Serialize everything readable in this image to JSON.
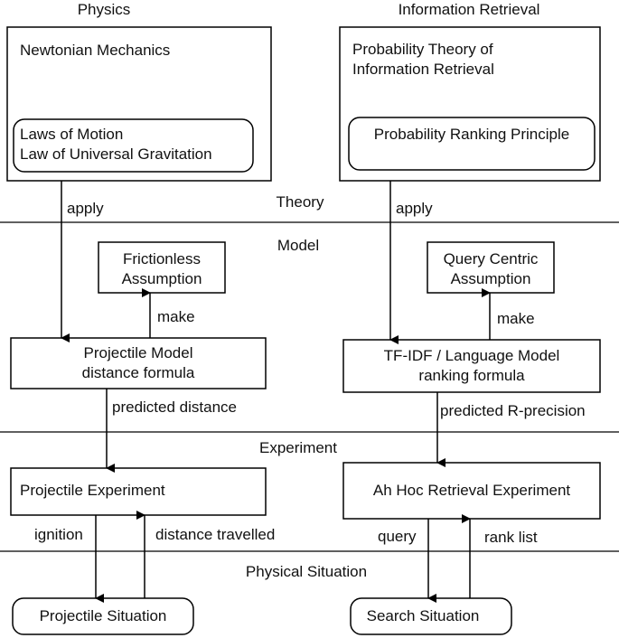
{
  "columns": {
    "left_title": "Physics",
    "right_title": "Information Retrieval"
  },
  "layers": {
    "theory": "Theory",
    "model": "Model",
    "experiment": "Experiment",
    "physical": "Physical Situation"
  },
  "physics": {
    "theory_box": "Newtonian Mechanics",
    "laws_line1": "Laws of Motion",
    "laws_line2": "Law of Universal Gravitation",
    "apply": "apply",
    "assumption_line1": "Frictionless",
    "assumption_line2": "Assumption",
    "make": "make",
    "model_line1": "Projectile Model",
    "model_line2": "distance formula",
    "predicted": "predicted distance",
    "experiment": "Projectile Experiment",
    "ignition": "ignition",
    "feedback": "distance travelled",
    "situation": "Projectile Situation"
  },
  "ir": {
    "theory_line1": "Probability Theory of",
    "theory_line2": "Information Retrieval",
    "principle": "Probability Ranking Principle",
    "apply": "apply",
    "assumption_line1": "Query Centric",
    "assumption_line2": "Assumption",
    "make": "make",
    "model_line1": "TF-IDF / Language Model",
    "model_line2": "ranking formula",
    "predicted": "predicted R-precision",
    "experiment": "Ah Hoc Retrieval Experiment",
    "query": "query",
    "feedback": "rank list",
    "situation": "Search Situation"
  }
}
